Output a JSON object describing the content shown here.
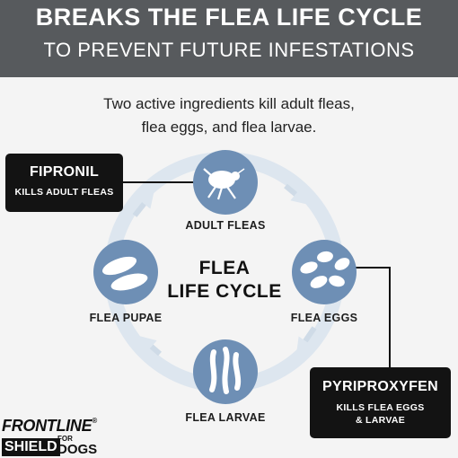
{
  "header": {
    "title": "BREAKS THE FLEA LIFE CYCLE",
    "subtitle": "TO PREVENT FUTURE INFESTATIONS"
  },
  "intro": {
    "line1": "Two active ingredients kill adult fleas,",
    "line2": "flea eggs, and flea larvae."
  },
  "cycle": {
    "title_line1": "FLEA",
    "title_line2": "LIFE CYCLE",
    "stages": {
      "adult": "ADULT FLEAS",
      "eggs": "FLEA EGGS",
      "larvae": "FLEA LARVAE",
      "pupae": "FLEA PUPAE"
    }
  },
  "ingredients": {
    "fipronil": {
      "name": "FIPRONIL",
      "effect": "KILLS ADULT FLEAS"
    },
    "pyriproxyfen": {
      "name": "PYRIPROXYFEN",
      "effect_line1": "KILLS FLEA EGGS",
      "effect_line2": "& LARVAE"
    }
  },
  "brand": {
    "name": "FRONTLINE",
    "trademark": "®",
    "product": "SHIELD",
    "for": "FOR",
    "target": "DOGS"
  },
  "colors": {
    "header_bg": "#575a5d",
    "circle_fill": "#6e8fb5",
    "ring": "#dde6ef",
    "box_bg": "#131313"
  },
  "icons": {
    "adult": "flea-icon",
    "eggs": "eggs-icon",
    "larvae": "larvae-icon",
    "pupae": "pupae-icon"
  }
}
